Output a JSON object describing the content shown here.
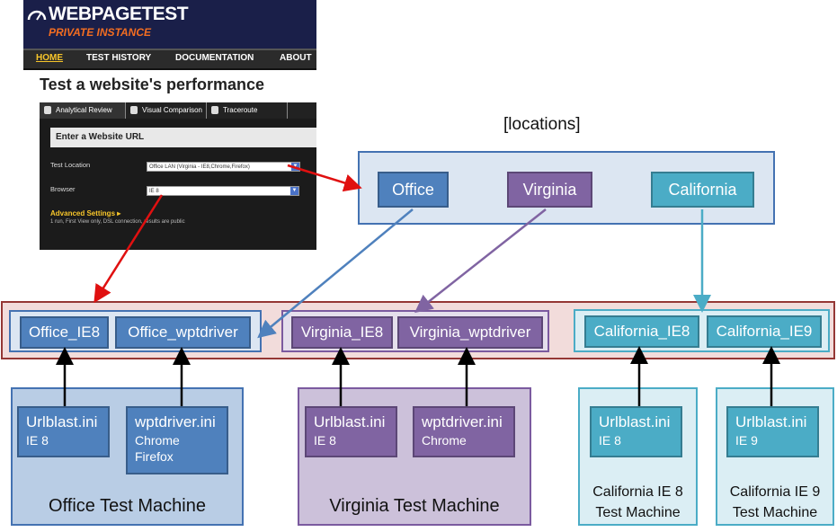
{
  "wpt_screenshot": {
    "logo_title": "WEBPAGETEST",
    "logo_subtitle": "PRIVATE INSTANCE",
    "nav": [
      "HOME",
      "TEST HISTORY",
      "DOCUMENTATION",
      "ABOUT"
    ],
    "page_title": "Test a website's performance",
    "tabs": [
      "Analytical Review",
      "Visual Comparison",
      "Traceroute"
    ],
    "url_placeholder": "Enter a Website URL",
    "test_location_label": "Test Location",
    "test_location_value": "Office LAN (Virginia - IE8,Chrome,Firefox)",
    "browser_label": "Browser",
    "browser_value": "IE 8",
    "advanced_settings": "Advanced Settings ▸",
    "advanced_note": "1 run, First View only, DSL connection, results are public"
  },
  "locations": {
    "label": "[locations]",
    "items": [
      "Office",
      "Virginia",
      "California"
    ]
  },
  "sublocations": {
    "office": [
      "Office_IE8",
      "Office_wptdriver"
    ],
    "virginia": [
      "Virginia_IE8",
      "Virginia_wptdriver"
    ],
    "california": [
      "California_IE8",
      "California_IE9"
    ]
  },
  "machines": {
    "office": {
      "label": "Office Test Machine",
      "configs": [
        {
          "file": "Urlblast.ini",
          "browsers": "IE 8"
        },
        {
          "file": "wptdriver.ini",
          "browsers": "Chrome",
          "browsers2": "Firefox"
        }
      ]
    },
    "virginia": {
      "label": "Virginia Test Machine",
      "configs": [
        {
          "file": "Urlblast.ini",
          "browsers": "IE 8"
        },
        {
          "file": "wptdriver.ini",
          "browsers": "Chrome"
        }
      ]
    },
    "california_ie8": {
      "label_line1": "California IE 8",
      "label_line2": "Test Machine",
      "configs": [
        {
          "file": "Urlblast.ini",
          "browsers": "IE 8"
        }
      ]
    },
    "california_ie9": {
      "label_line1": "California IE 9",
      "label_line2": "Test Machine",
      "configs": [
        {
          "file": "Urlblast.ini",
          "browsers": "IE 9"
        }
      ]
    }
  },
  "colors": {
    "office": "#4f81bd",
    "virginia": "#8064a2",
    "california": "#4bacc6",
    "highlight_arrow": "#e01010"
  }
}
